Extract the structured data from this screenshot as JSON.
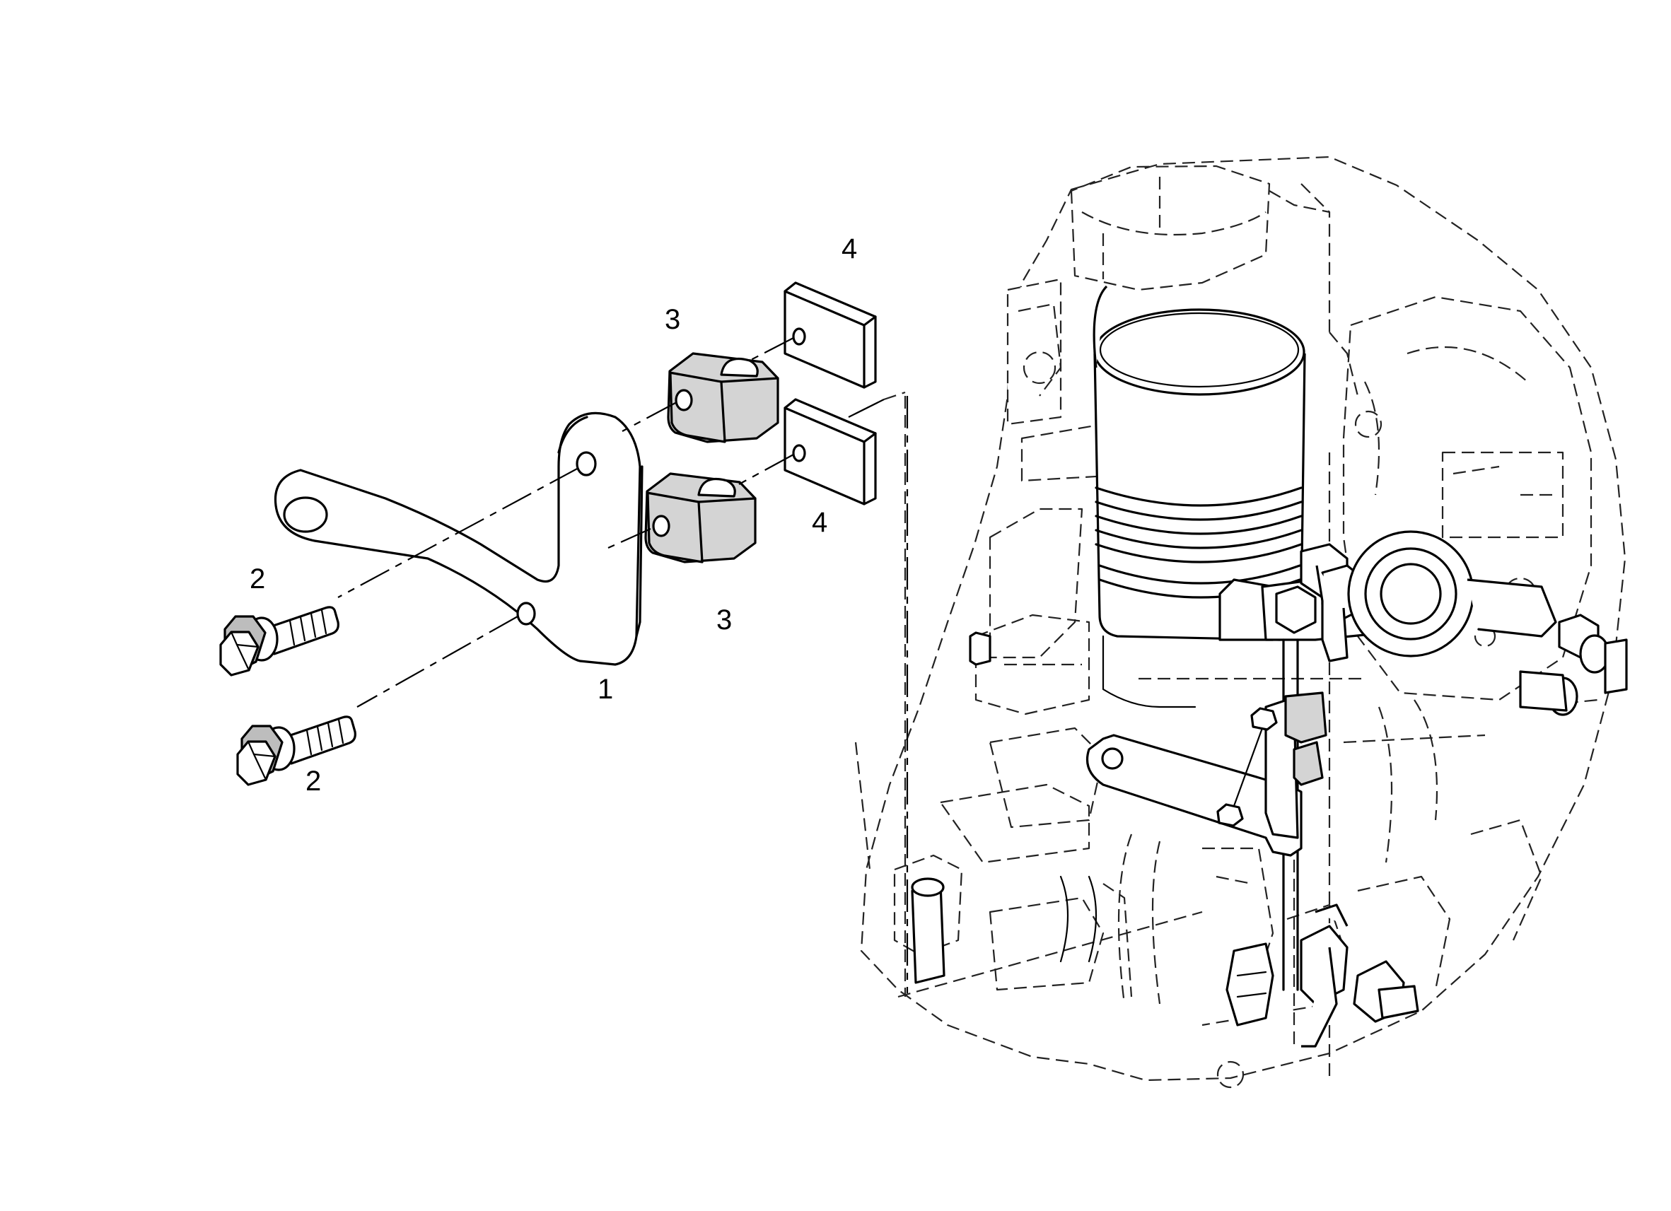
{
  "figure": {
    "callouts": [
      {
        "id": "c1",
        "text": "1"
      },
      {
        "id": "c2a",
        "text": "2"
      },
      {
        "id": "c2b",
        "text": "2"
      },
      {
        "id": "c3a",
        "text": "3"
      },
      {
        "id": "c3b",
        "text": "3"
      },
      {
        "id": "c4a",
        "text": "4"
      },
      {
        "id": "c4b",
        "text": "4"
      }
    ],
    "parts": [
      {
        "callout": "1",
        "icon": "bracket-icon"
      },
      {
        "callout": "2",
        "icon": "flange-bolt-icon"
      },
      {
        "callout": "3",
        "icon": "rubber-mount-icon"
      },
      {
        "callout": "4",
        "icon": "spacer-plate-icon"
      }
    ],
    "colors": {
      "line": "#000000",
      "rubber": "#d4d4d4",
      "background": "#ffffff"
    }
  }
}
